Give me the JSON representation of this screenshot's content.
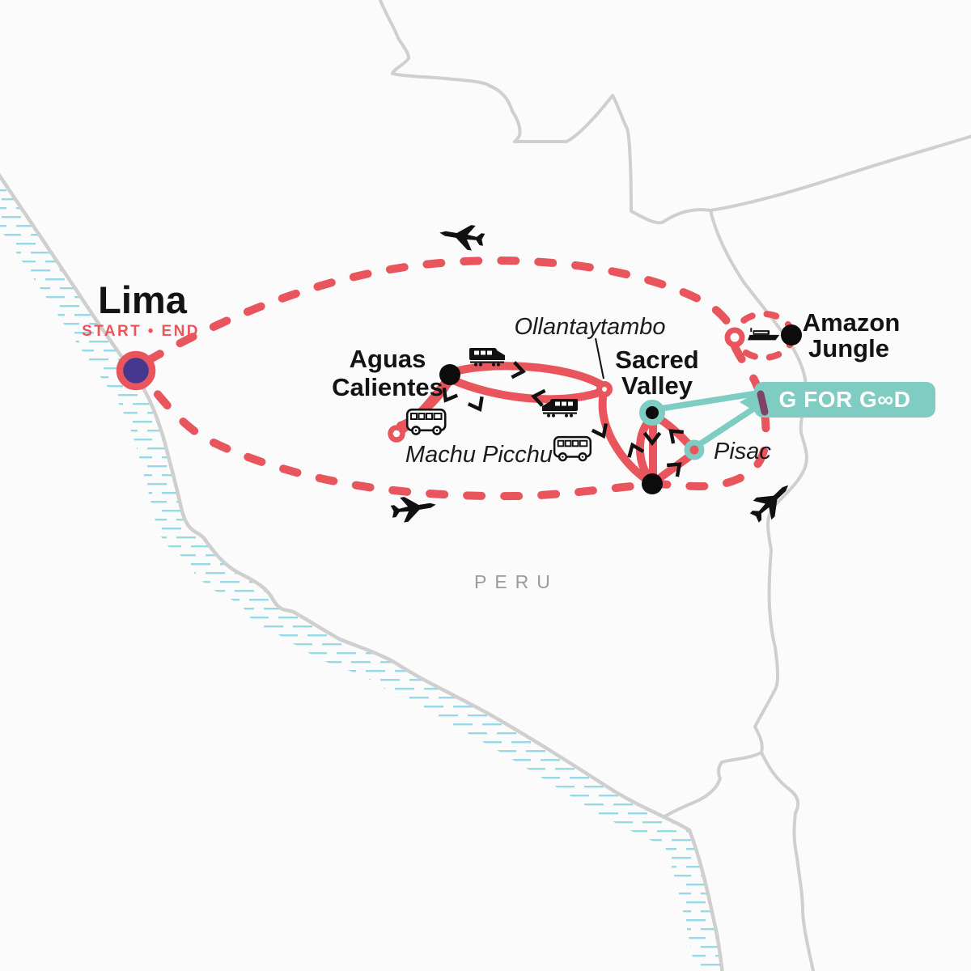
{
  "country": {
    "label": "PERU"
  },
  "locations": {
    "lima": {
      "label": "Lima",
      "subtitle": "START • END"
    },
    "aguas_calientes": {
      "line1": "Aguas",
      "line2": "Calientes"
    },
    "machu_picchu": {
      "label": "Machu Picchu"
    },
    "ollantaytambo": {
      "label": "Ollantaytambo"
    },
    "sacred_valley": {
      "line1": "Sacred",
      "line2": "Valley"
    },
    "pisac": {
      "label": "Pisac"
    },
    "amazon_jungle": {
      "line1": "Amazon",
      "line2": "Jungle"
    }
  },
  "badge": {
    "label": "G FOR GOOD",
    "display_text": "G FOR G∞D"
  },
  "transport_icons": {
    "plane": "airplane silhouette",
    "train": "train silhouette",
    "bus": "bus outline",
    "boat": "riverboat silhouette",
    "arrow": "route direction chevron"
  },
  "colors": {
    "route_red": "#e8555c",
    "g_for_good_teal": "#7fccc2",
    "lima_marker_purple": "#47388f",
    "overlap_dash_purple": "#7d4467",
    "border_gray": "#cfcfcf",
    "coast_hatch_blue": "#97d9e4",
    "country_label_gray": "#9a9a9a"
  }
}
